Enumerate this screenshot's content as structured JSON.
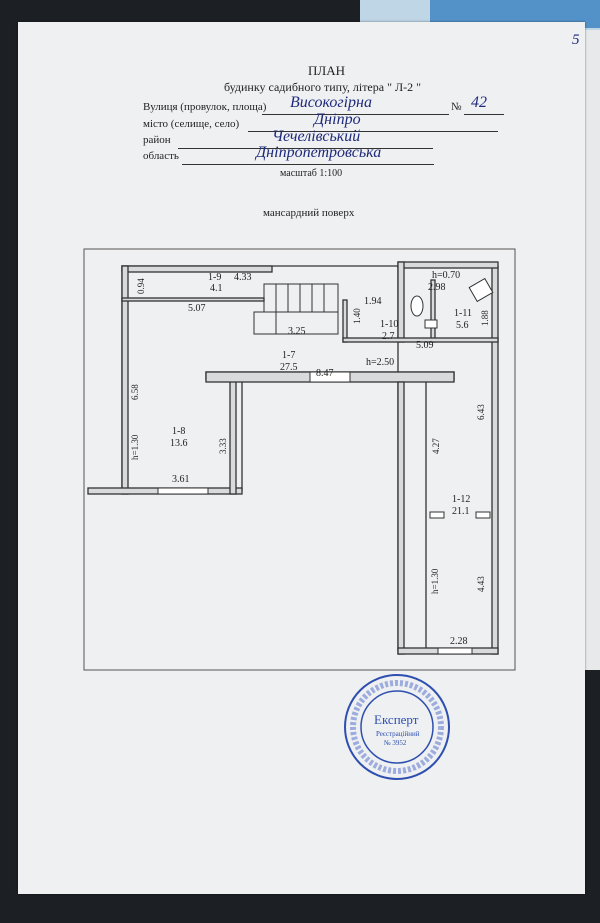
{
  "page_number": "5",
  "header": {
    "title": "ПЛАН",
    "subtitle": "будинку садибного типу, літера \" Л-2 \""
  },
  "fields": {
    "street_label": "Вулиця (провулок, площа)",
    "street_value": "Високогірна",
    "number_label": "№",
    "number_value": "42",
    "city_label": "місто (селище, село)",
    "city_value": "Дніпро",
    "district_label": "район",
    "district_value": "Чечелівський",
    "region_label": "область",
    "region_value": "Дніпропетровська",
    "scale": "масштаб 1:100"
  },
  "floor_label": "мансардний поверх",
  "plan": {
    "rooms": [
      {
        "id": "1-9",
        "area": "4.1"
      },
      {
        "id": "1-10",
        "area": "2.7"
      },
      {
        "id": "1-11",
        "area": "5.6"
      },
      {
        "id": "1-7",
        "area": "27.5"
      },
      {
        "id": "1-8",
        "area": "13.6"
      },
      {
        "id": "1-12",
        "area": "21.1"
      }
    ],
    "dimensions": [
      "0.94",
      "4.33",
      "5.07",
      "1.40",
      "1.94",
      "h=0.70",
      "2.98",
      "1.88",
      "3.25",
      "5.09",
      "8.47",
      "h=2.50",
      "6.58",
      "h=1.30",
      "3.33",
      "3.61",
      "6.43",
      "4.27",
      "h=1.30",
      "4.43",
      "2.28"
    ]
  },
  "stamp": {
    "title": "Експерт",
    "line1": "Реєстраційний",
    "line2": "№ 3952"
  }
}
